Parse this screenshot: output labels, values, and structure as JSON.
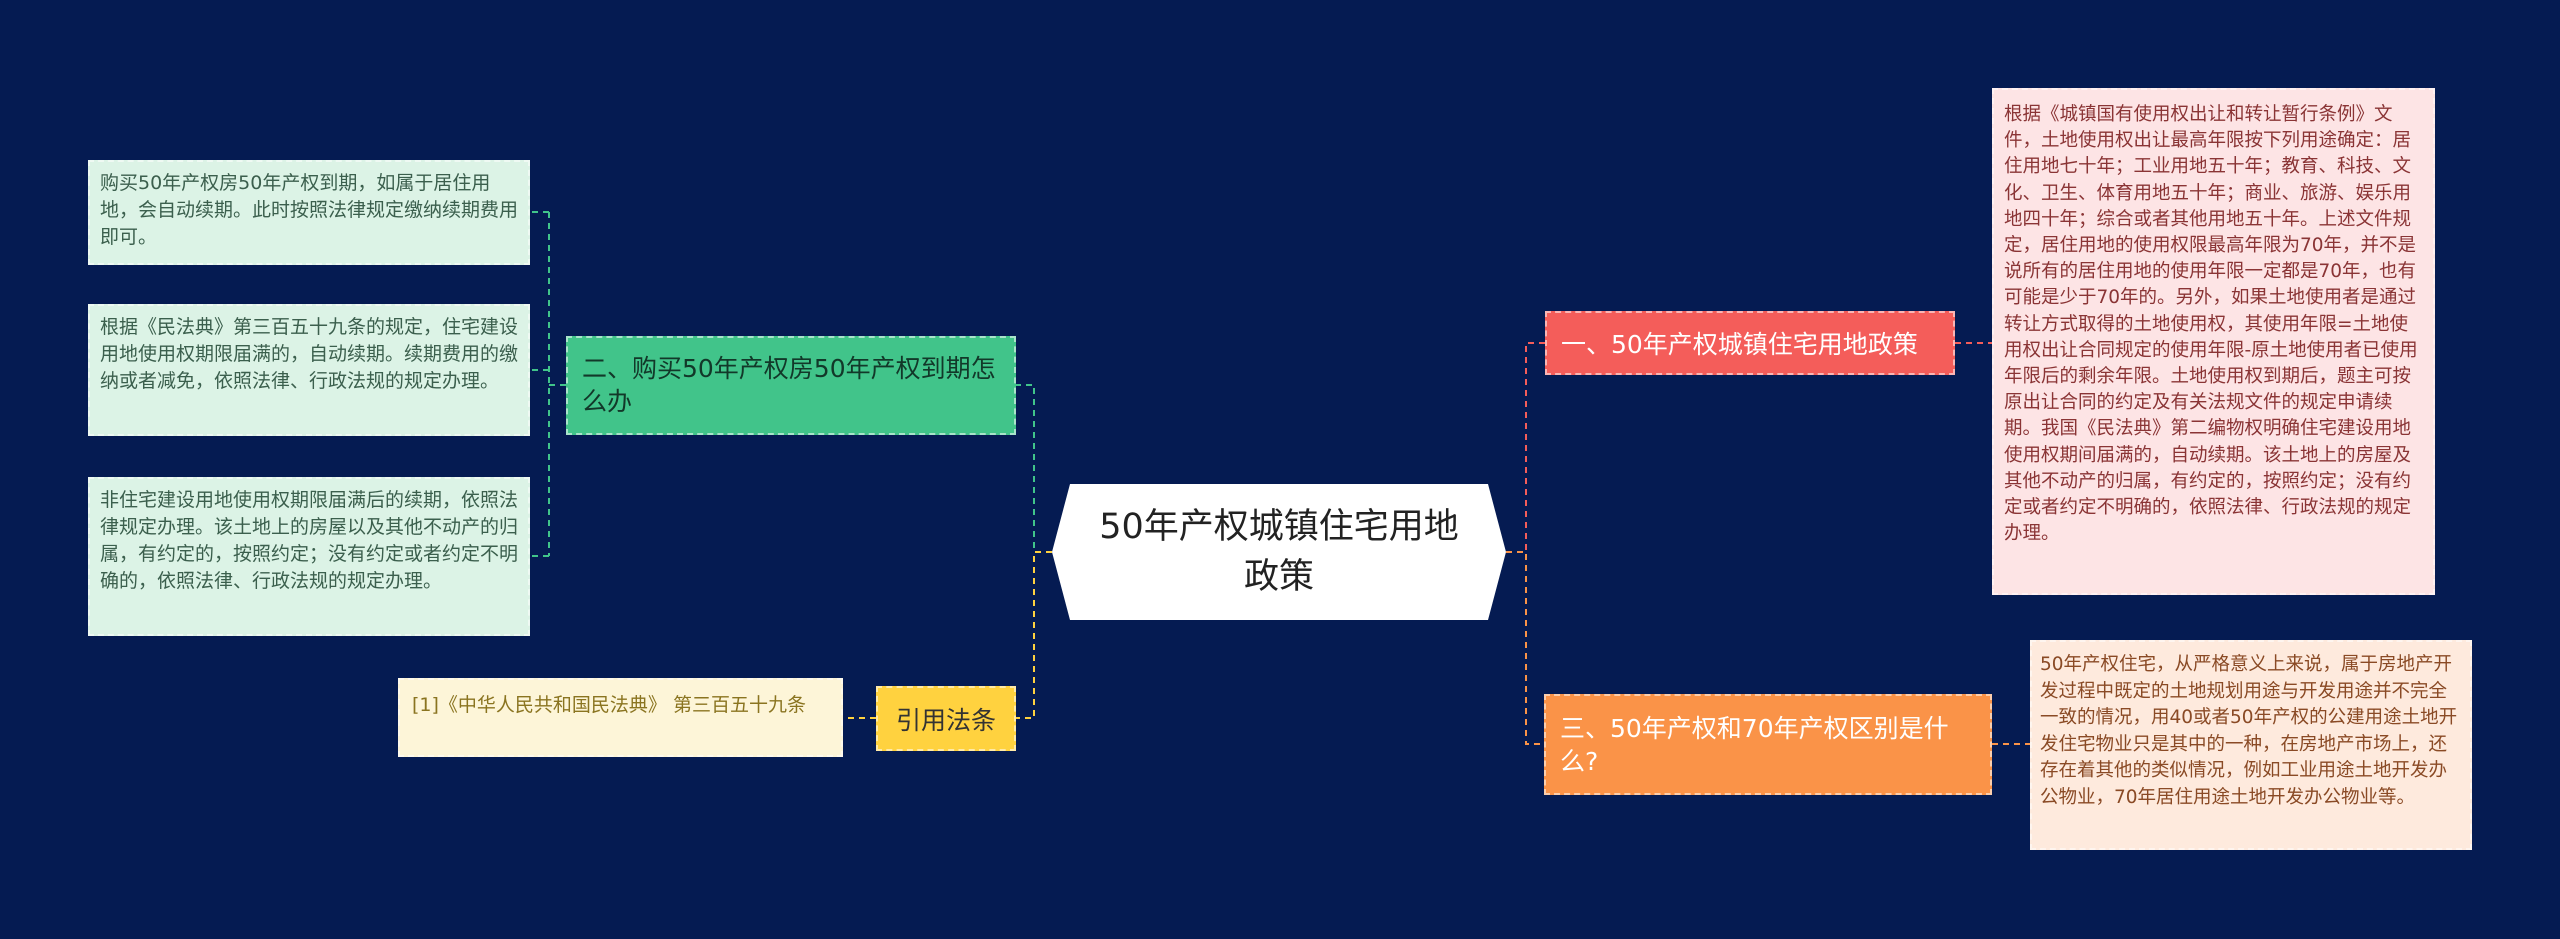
{
  "center": {
    "title": "50年产权城镇住宅用地政策"
  },
  "branches": {
    "b1": {
      "label": "一、50年产权城镇住宅用地政策"
    },
    "b2": {
      "label": "二、购买50年产权房50年产权到期怎么办"
    },
    "b3": {
      "label": "三、50年产权和70年产权区别是什么?"
    },
    "cite": {
      "label": "引用法条"
    }
  },
  "leaves": {
    "l_a": "购买50年产权房50年产权到期，如属于居住用地，会自动续期。此时按照法律规定缴纳续期费用即可。",
    "l_b": "根据《民法典》第三百五十九条的规定，住宅建设用地使用权期限届满的，自动续期。续期费用的缴纳或者减免，依照法律、行政法规的规定办理。",
    "l_c": "非住宅建设用地使用权期限届满后的续期，依照法律规定办理。该土地上的房屋以及其他不动产的归属，有约定的，按照约定；没有约定或者约定不明确的，依照法律、行政法规的规定办理。",
    "l_cite": "[1]《中华人民共和国民法典》 第三百五十九条",
    "r_1": "根据《城镇国有使用权出让和转让暂行条例》文件，土地使用权出让最高年限按下列用途确定：居住用地七十年；工业用地五十年；教育、科技、文化、卫生、体育用地五十年；商业、旅游、娱乐用地四十年；综合或者其他用地五十年。上述文件规定，居住用地的使用权限最高年限为70年，并不是说所有的居住用地的使用年限一定都是70年，也有可能是少于70年的。另外，如果土地使用者是通过转让方式取得的土地使用权，其使用年限=土地使用权出让合同规定的使用年限-原土地使用者已使用年限后的剩余年限。土地使用权到期后，题主可按原出让合同的约定及有关法规文件的规定申请续期。我国《民法典》第二编物权明确住宅建设用地使用权期间届满的，自动续期。该土地上的房屋及其他不动产的归属，有约定的，按照约定；没有约定或者约定不明确的，依照法律、行政法规的规定办理。",
    "r_3": "50年产权住宅，从严格意义上来说，属于房地产开发过程中既定的土地规划用途与开发用途并不完全一致的情况，用40或者50年产权的公建用途土地开发住宅物业只是其中的一种，在房地产市场上，还存在着其他的类似情况，例如工业用途土地开发办公物业，70年居住用途土地开发办公物业等。"
  },
  "colors": {
    "background": "#051b52",
    "branch_green": "#41c48a",
    "branch_yellow": "#ffd23f",
    "branch_red": "#f45d5a",
    "branch_orange": "#fa9348"
  }
}
